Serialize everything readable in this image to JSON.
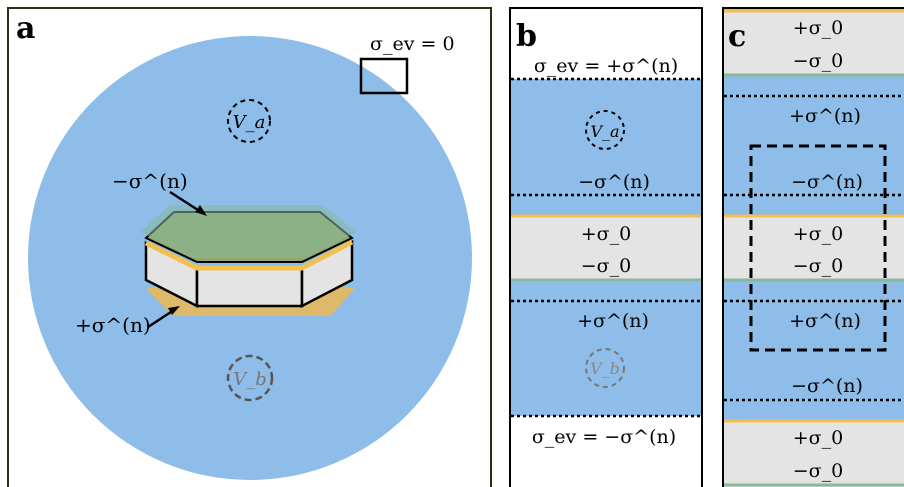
{
  "panels": {
    "a": {
      "letter": "a",
      "sigma_ev_label": "σ_ev = 0",
      "volume_a": "V_a",
      "volume_b": "V_b",
      "neg_charge_label": "−σ^(n)",
      "pos_charge_label": "+σ^(n)"
    },
    "b": {
      "letter": "b",
      "top_label": "σ_ev = +σ^(n)",
      "volume_a": "V_a",
      "neg_sigma_n": "−σ^(n)",
      "plus_sigma0": "+σ_0",
      "minus_sigma0": "−σ_0",
      "plus_sigma_n": "+σ^(n)",
      "volume_b": "V_b",
      "bottom_label": "σ_ev = −σ^(n)"
    },
    "c": {
      "letter": "c",
      "labels": [
        "+σ_0",
        "−σ_0",
        "+σ^(n)",
        "−σ^(n)",
        "+σ_0",
        "−σ_0",
        "+σ^(n)",
        "−σ^(n)",
        "+σ_0",
        "−σ_0"
      ]
    }
  },
  "colors": {
    "water": "#8dbde8",
    "slab": "#e4e4e4",
    "orange_layer": "#f0c050",
    "green_layer": "#8ab89a",
    "green_top": "#8fa870",
    "frame": "#2e2e12"
  }
}
